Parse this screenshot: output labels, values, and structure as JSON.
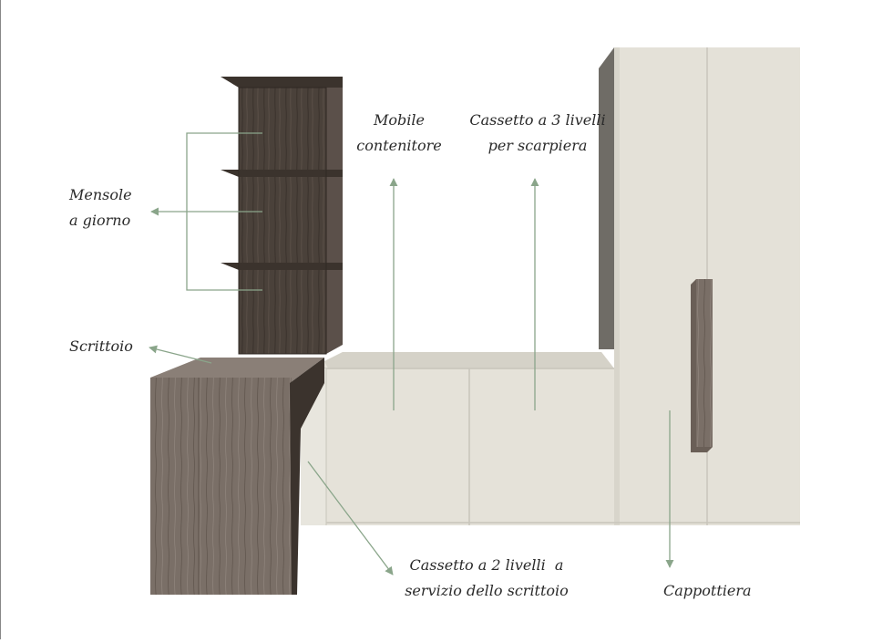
{
  "labels": {
    "mensole": {
      "line1": "Mensole",
      "line2": "a giorno"
    },
    "scrittoio": "Scrittoio",
    "mobile": {
      "line1": "Mobile",
      "line2": "contenitore"
    },
    "cassetto3": {
      "line1": "Cassetto a 3 livelli",
      "line2": "per scarpiera"
    },
    "cassetto2": {
      "line1": "Cassetto a 2 livelli  a",
      "line2": "servizio dello scrittoio"
    },
    "cappottiera": "Cappottiera"
  },
  "colors": {
    "wood_dark": "#3f3731",
    "wood_mid": "#5e534b",
    "wood_desk": "#756a62",
    "cream": "#e3e0d7",
    "cream_shadow": "#cfccc2",
    "leader": "#8aa58a"
  }
}
